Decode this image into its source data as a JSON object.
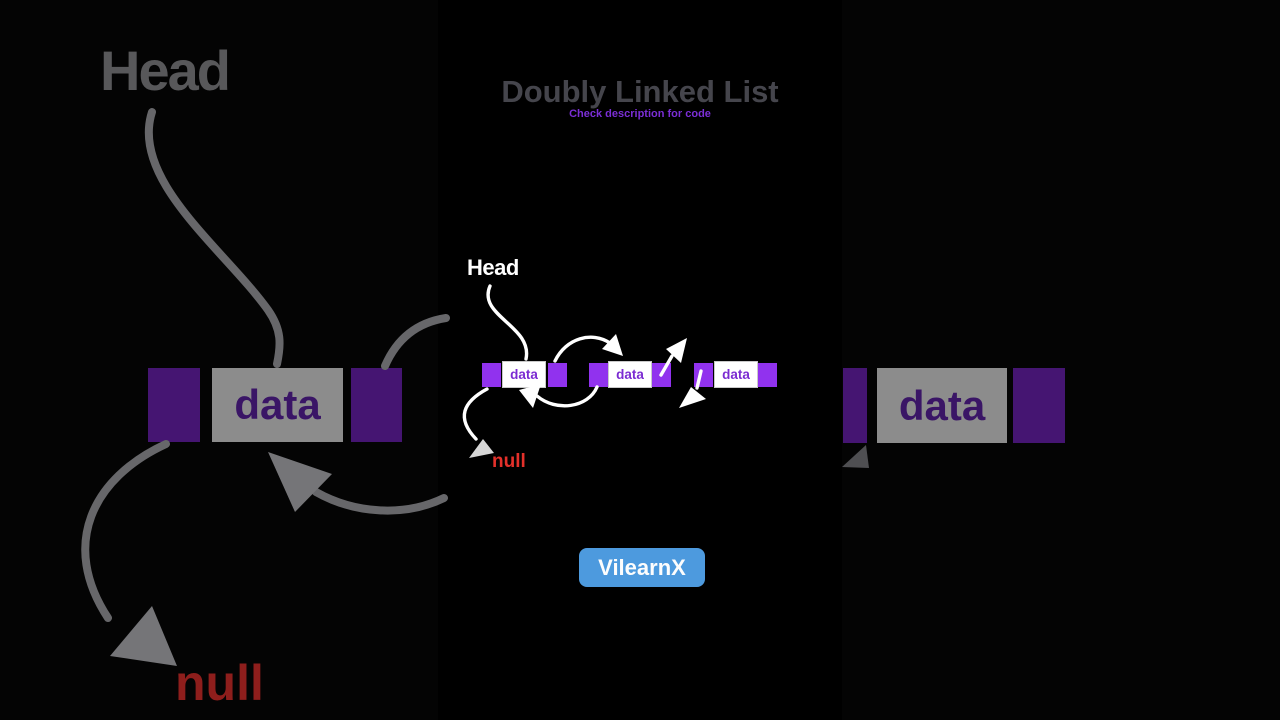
{
  "colors": {
    "background": "#000000",
    "node_square_purple": "#9132ee",
    "node_box_white": "#ffffff",
    "data_text_purple": "#7b2bd2",
    "null_red": "#e3302a",
    "arrow_white": "#ffffff",
    "head_text_white": "#ffffff",
    "title_gray": "#45454c",
    "subtitle_purple": "#7b2ed6",
    "brand_button_blue": "#4d9ade",
    "dim_purple": "#451572",
    "dim_box_gray": "#8c8c8c",
    "dim_data_text": "#3a1566",
    "dim_null_red": "#8e1e1c",
    "dim_head_gray": "#58585a"
  },
  "header": {
    "title": "Doubly Linked List",
    "subtitle": "Check description for code"
  },
  "diagram": {
    "head_label": "Head",
    "null_label": "null",
    "nodes": [
      {
        "data": "data"
      },
      {
        "data": "data"
      },
      {
        "data": "data"
      }
    ]
  },
  "background_echo": {
    "head_label": "Head",
    "null_label": "null",
    "left_node_data": "data",
    "right_node_data": "data"
  },
  "footer": {
    "brand_label": "VilearnX"
  }
}
